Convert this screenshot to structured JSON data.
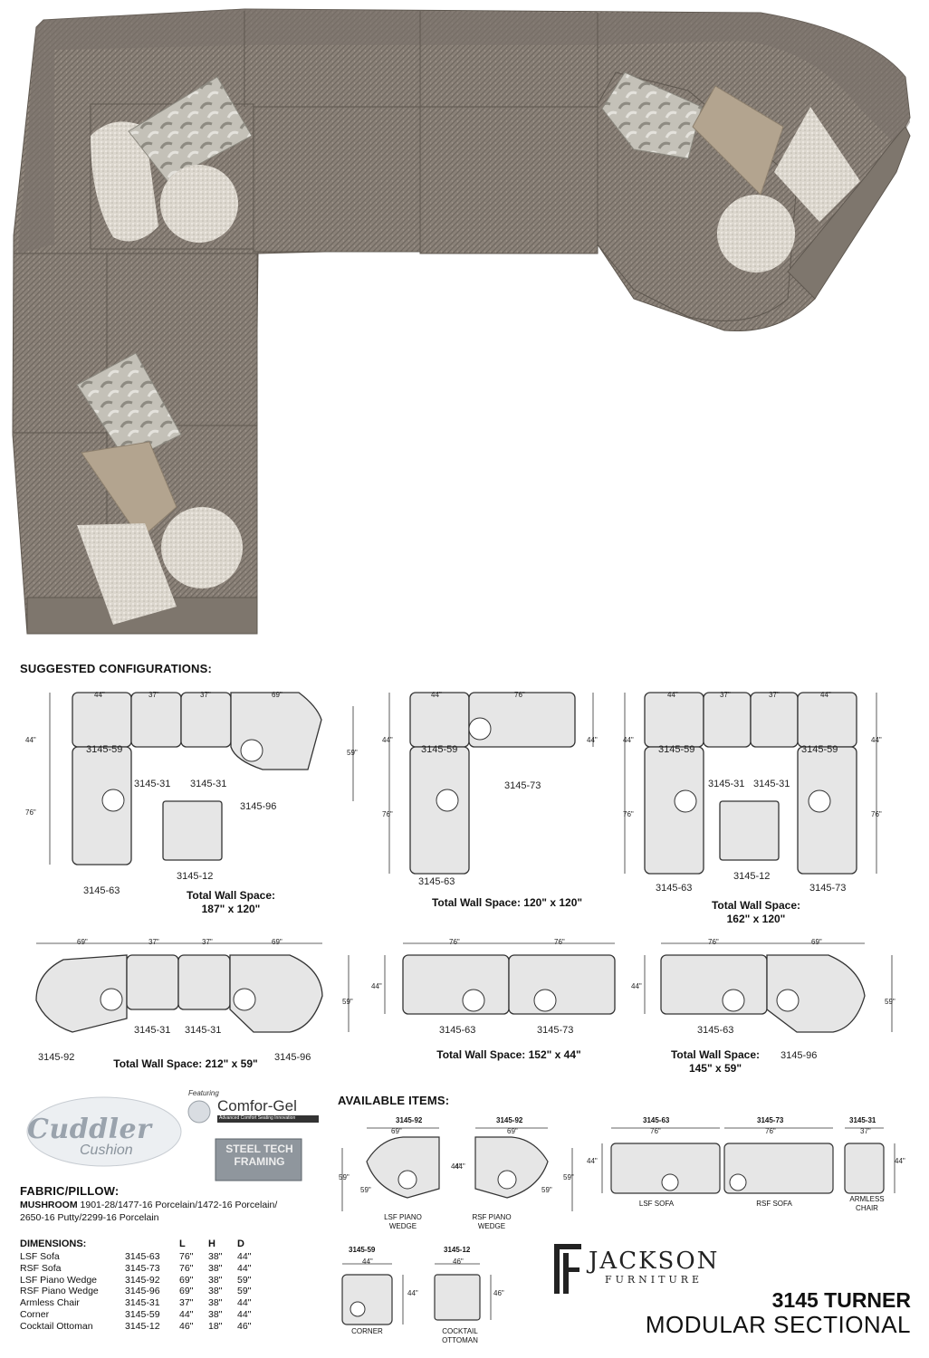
{
  "headings": {
    "suggested": "SUGGESTED CONFIGURATIONS:",
    "available": "AVAILABLE ITEMS:",
    "fabric": "FABRIC/PILLOW:",
    "dimensions": "DIMENSIONS:"
  },
  "configs": [
    {
      "dims_top": [
        "44\"",
        "37\"",
        "37\"",
        "69\""
      ],
      "dims_side": [
        "44\"",
        "76\"",
        "59\""
      ],
      "labels": [
        "3145-59",
        "3145-31",
        "3145-31",
        "3145-96",
        "3145-63",
        "3145-12"
      ],
      "wall_line1": "Total Wall Space:",
      "wall_line2": "187\" x 120\""
    },
    {
      "dims_top": [
        "44\"",
        "76\""
      ],
      "dims_side": [
        "44\"",
        "76\"",
        "44\""
      ],
      "labels": [
        "3145-59",
        "3145-73",
        "3145-63"
      ],
      "wall": "Total Wall Space: 120\" x 120\""
    },
    {
      "dims_top": [
        "44\"",
        "37\"",
        "37\"",
        "44\""
      ],
      "dims_side": [
        "44\"",
        "76\"",
        "44\"",
        "76\""
      ],
      "labels": [
        "3145-59",
        "3145-59",
        "3145-31",
        "3145-31",
        "3145-63",
        "3145-12",
        "3145-73"
      ],
      "wall_line1": "Total Wall Space:",
      "wall_line2": "162\" x 120\""
    },
    {
      "dims_top": [
        "69\"",
        "37\"",
        "37\"",
        "69\""
      ],
      "dims_side": [
        "59\""
      ],
      "labels": [
        "3145-31",
        "3145-31",
        "3145-92",
        "3145-96"
      ],
      "wall": "Total Wall Space: 212\" x 59\""
    },
    {
      "dims_top": [
        "76\"",
        "76\""
      ],
      "dims_side": [
        "44\""
      ],
      "labels": [
        "3145-63",
        "3145-73"
      ],
      "wall": "Total Wall Space: 152\" x 44\""
    },
    {
      "dims_top": [
        "76\"",
        "69\""
      ],
      "dims_side": [
        "44\"",
        "59\""
      ],
      "labels": [
        "3145-63",
        "3145-96"
      ],
      "wall_line1": "Total Wall Space:",
      "wall_line2": "145\" x 59\""
    }
  ],
  "available_items": [
    {
      "code": "3145-92",
      "width": "69\"",
      "depth": "44\"",
      "diag1": "59\"",
      "diag2": "59\"",
      "name1": "LSF PIANO",
      "name2": "WEDGE"
    },
    {
      "code": "3145-92",
      "width": "69\"",
      "depth": "44\"",
      "diag1": "59\"",
      "diag2": "59\"",
      "name1": "RSF PIANO",
      "name2": "WEDGE"
    },
    {
      "code": "3145-63",
      "width": "76\"",
      "depth": "44\"",
      "name1": "LSF SOFA"
    },
    {
      "code": "3145-73",
      "width": "76\"",
      "name1": "RSF SOFA"
    },
    {
      "code": "3145-31",
      "width": "37\"",
      "depth": "44\"",
      "name1": "ARMLESS",
      "name2": "CHAIR"
    },
    {
      "code": "3145-59",
      "width": "44\"",
      "depth": "44\"",
      "name1": "CORNER"
    },
    {
      "code": "3145-12",
      "width": "46\"",
      "depth": "46\"",
      "name1": "COCKTAIL",
      "name2": "OTTOMAN"
    }
  ],
  "logos": {
    "cuddler_line1": "Cuddler",
    "cuddler_line2": "Cushion",
    "featuring": "Featuring",
    "comforgel": "Comfor-Gel",
    "comforgel_tag": "Advanced Comfort Seating Innovation",
    "steel_line1": "STEEL TECH",
    "steel_line2": "FRAMING",
    "jackson_main": "JACKSON",
    "jackson_sub": "FURNITURE"
  },
  "fabric": {
    "name": "MUSHROOM",
    "line1": "1901-28/1477-16 Porcelain/1472-16 Porcelain/",
    "line2": "2650-16 Putty/2299-16 Porcelain"
  },
  "dimensions": {
    "headers": [
      "L",
      "H",
      "D"
    ],
    "rows": [
      [
        "LSF Sofa",
        "3145-63",
        "76\"",
        "38\"",
        "44\""
      ],
      [
        "RSF Sofa",
        "3145-73",
        "76\"",
        "38\"",
        "44\""
      ],
      [
        "LSF Piano Wedge",
        "3145-92",
        "69\"",
        "38\"",
        "59\""
      ],
      [
        "RSF Piano Wedge",
        "3145-96",
        "69\"",
        "38\"",
        "59\""
      ],
      [
        "Armless Chair",
        "3145-31",
        "37\"",
        "38\"",
        "44\""
      ],
      [
        "Corner",
        "3145-59",
        "44\"",
        "38\"",
        "44\""
      ],
      [
        "Cocktail Ottoman",
        "3145-12",
        "46\"",
        "18\"",
        "46\""
      ]
    ]
  },
  "product": {
    "line1": "3145 TURNER",
    "line2": "MODULAR SECTIONAL"
  },
  "colors": {
    "fabric": "#8a8178",
    "fabric_dark": "#6e665e",
    "pillow_light": "#dcd7ce",
    "pillow_tan": "#b3a48f",
    "pillow_pattern": "#b9b6ac"
  }
}
